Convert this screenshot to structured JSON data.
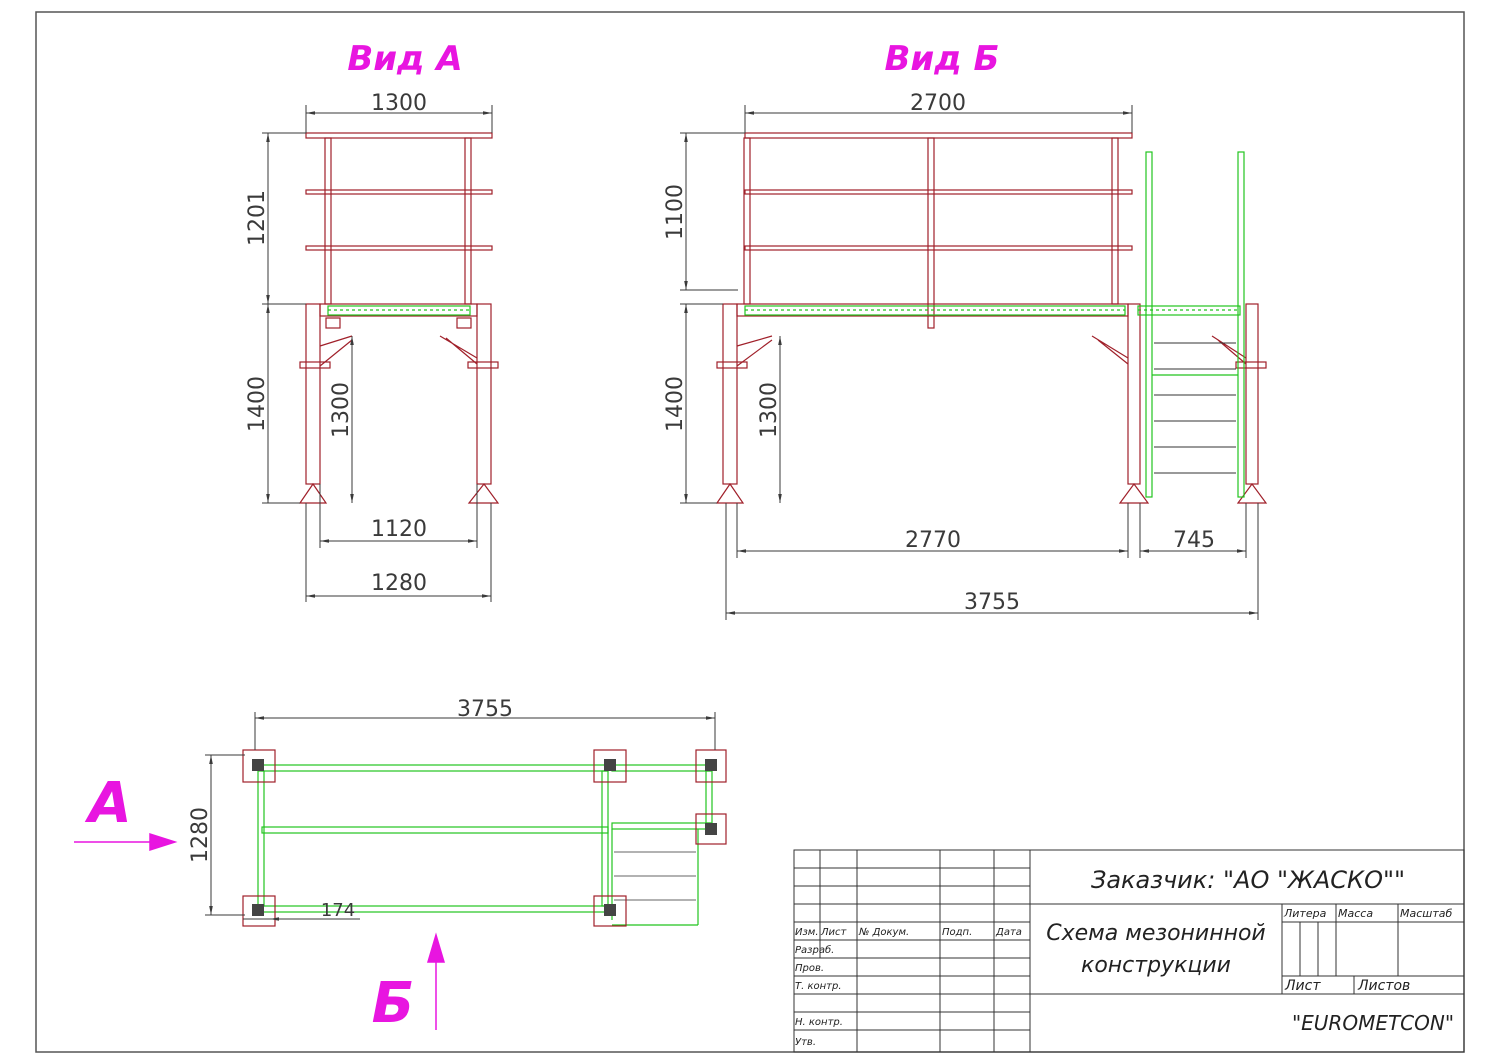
{
  "views": {
    "view_a_title": "Вид А",
    "view_b_title": "Вид Б"
  },
  "dimensions": {
    "a_top_width": "1300",
    "a_rail_height": "1201",
    "a_post_height": "1400",
    "a_clear_height": "1300",
    "a_inner_width": "1120",
    "a_outer_width": "1280",
    "b_top_width": "2700",
    "b_rail_height": "1100",
    "b_post_height": "1400",
    "b_clear_height": "1300",
    "b_span": "2770",
    "b_stair": "745",
    "b_total": "3755",
    "plan_length": "3755",
    "plan_width": "1280",
    "plan_offset": "174"
  },
  "markers": {
    "arrow_a": "А",
    "arrow_b": "Б"
  },
  "title_block": {
    "customer": "Заказчик: \"АО \"ЖАСКО\"\"",
    "drawing_title_line1": "Схема мезонинной",
    "drawing_title_line2": "конструкции",
    "col_izm": "Изм.",
    "col_list": "Лист",
    "col_doc": "№ Докум.",
    "col_sign": "Подп.",
    "col_date": "Дата",
    "row_razrab": "Разраб.",
    "row_prov": "Пров.",
    "row_tkontr": "Т. контр.",
    "row_nkontr": "Н. контр.",
    "row_utv": "Утв.",
    "litera": "Литера",
    "massa": "Масса",
    "masshtab": "Масштаб",
    "sheet": "Лист",
    "sheets": "Листов",
    "company": "\"EUROMETCON\""
  },
  "colors": {
    "frame": "#a0202a",
    "deck": "#22c41e",
    "accent": "#e815e0",
    "dims": "#3a3a3a"
  }
}
